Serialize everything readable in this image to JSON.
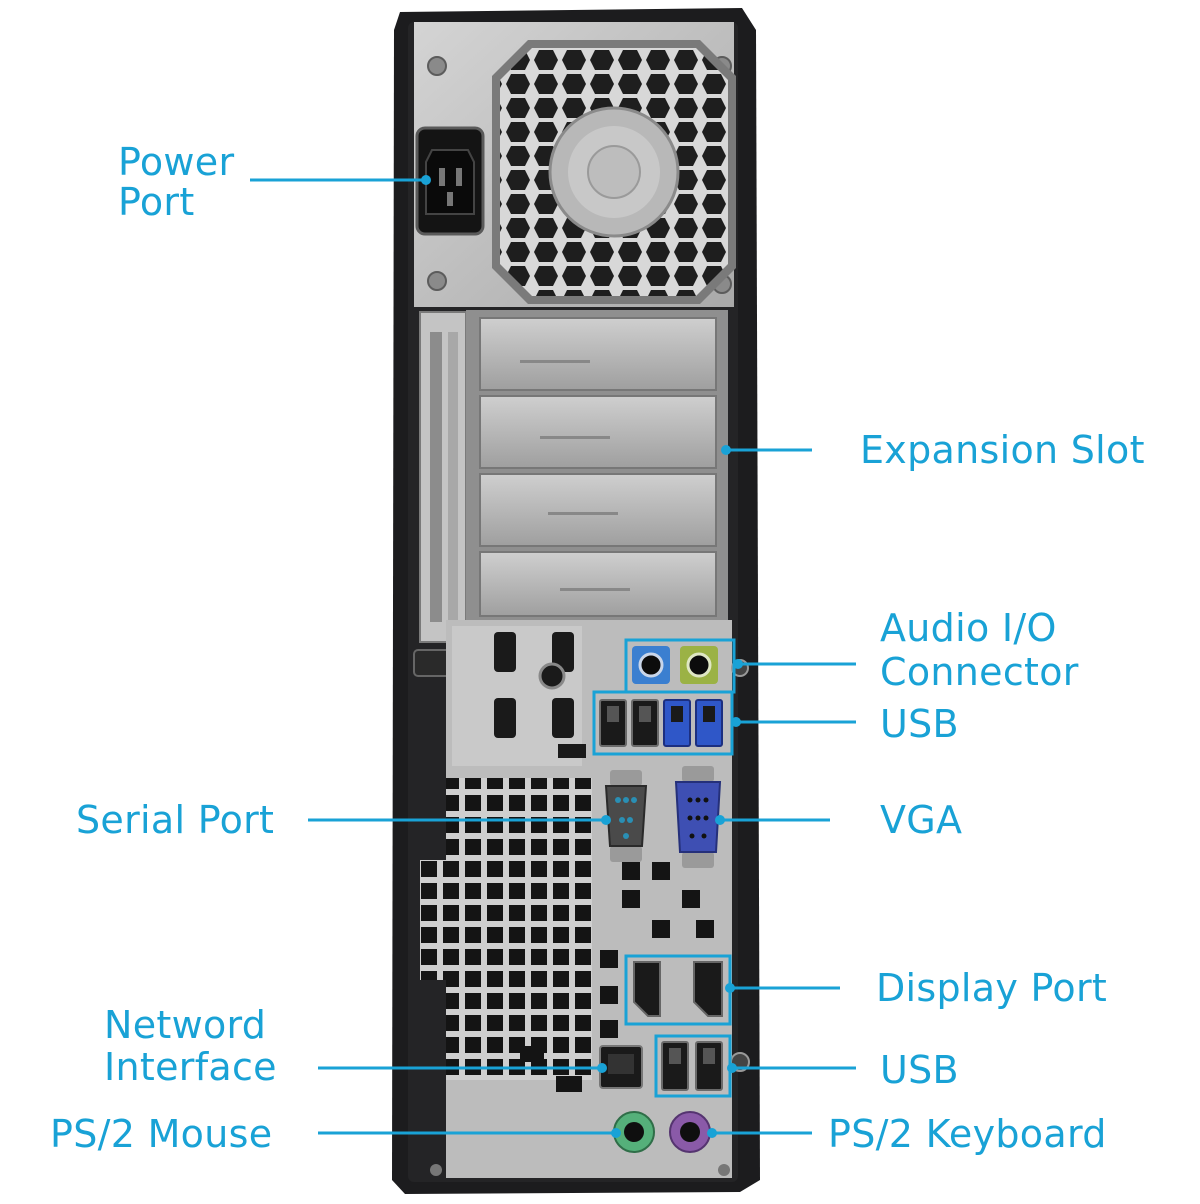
{
  "labels": {
    "power_port": [
      "Power",
      "Port"
    ],
    "expansion_slot": "Expansion Slot",
    "audio_io": [
      "Audio I/O",
      "Connector"
    ],
    "usb_top": "USB",
    "serial_port": "Serial Port",
    "vga": "VGA",
    "display_port": "Display Port",
    "network_interface": [
      "Netword",
      "Interface"
    ],
    "usb_bottom": "USB",
    "ps2_mouse": "PS/2 Mouse",
    "ps2_keyboard": "PS/2 Keyboard"
  },
  "colors": {
    "accent": "#19a2d6",
    "chassis": "#1c1c1e",
    "panel": "#b9b9b9",
    "audio_blue": "#3b7fd0",
    "audio_green": "#9bb245",
    "vga_blue": "#3e4fb3",
    "usb3_blue": "#2f57c8",
    "ps2_green": "#55b07a",
    "ps2_purple": "#8a5aa8"
  }
}
